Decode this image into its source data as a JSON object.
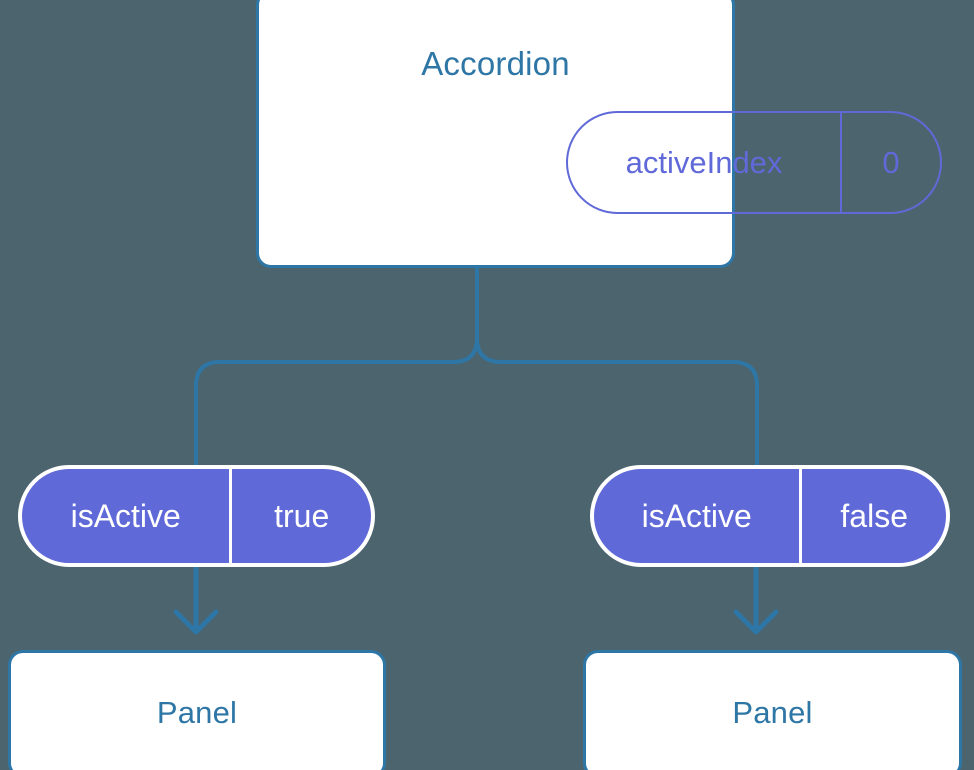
{
  "diagram": {
    "type": "component-state-tree",
    "background_color": "#4c646e",
    "accent_blue": "#2e76a5",
    "accent_indigo": "#6069d8",
    "root": {
      "title": "Accordion",
      "state": {
        "key": "activeIndex",
        "value": "0"
      }
    },
    "branches": [
      {
        "side": "left",
        "prop": {
          "key": "isActive",
          "value": "true"
        },
        "child": {
          "title": "Panel"
        }
      },
      {
        "side": "right",
        "prop": {
          "key": "isActive",
          "value": "false"
        },
        "child": {
          "title": "Panel"
        }
      }
    ]
  }
}
